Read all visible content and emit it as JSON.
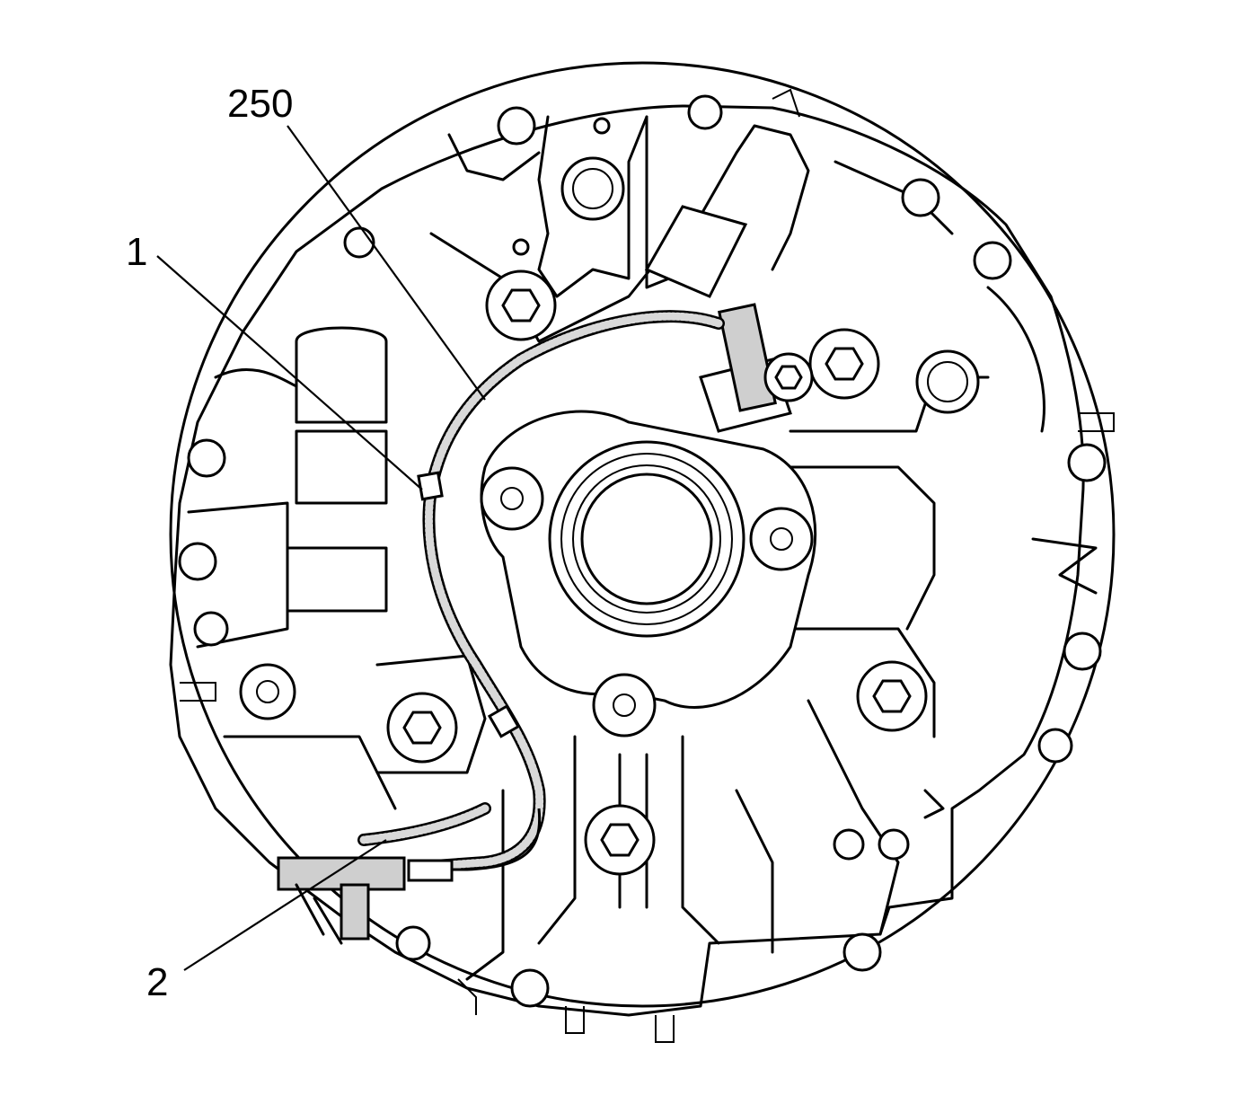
{
  "callouts": [
    {
      "id": "1",
      "label": "1"
    },
    {
      "id": "2",
      "label": "2"
    },
    {
      "id": "250",
      "label": "250"
    }
  ]
}
